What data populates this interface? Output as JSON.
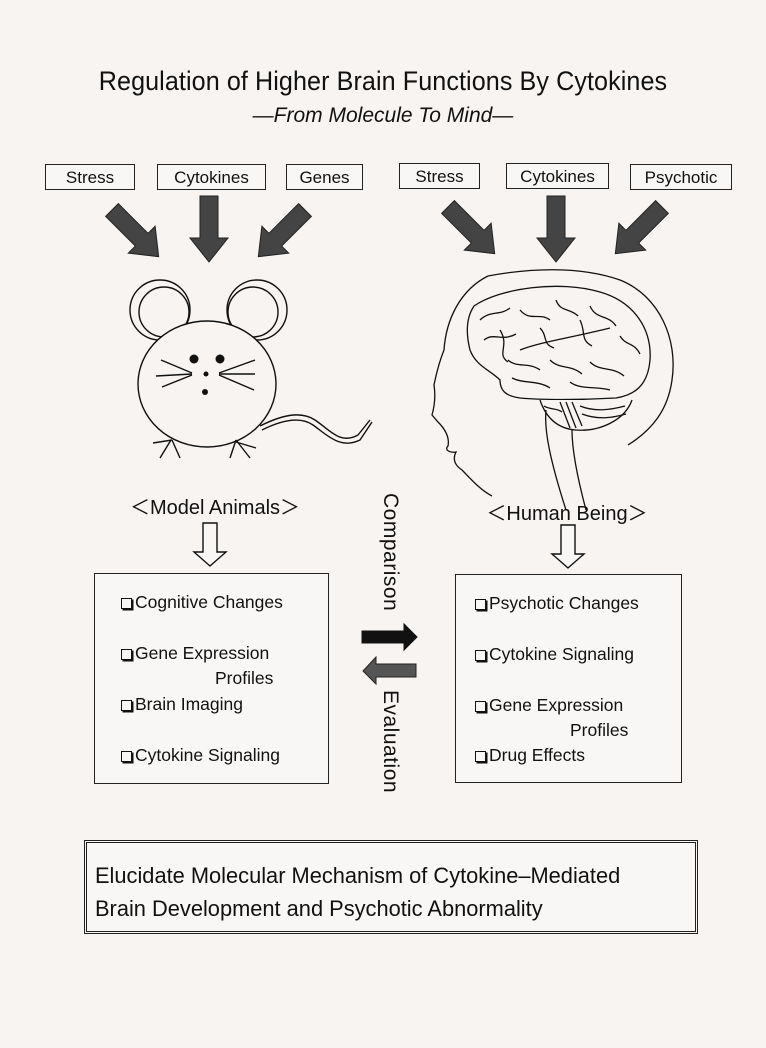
{
  "title": "Regulation of Higher Brain Functions By Cytokines",
  "subtitle": "—From Molecule To Mind—",
  "left_panel": {
    "inputs": [
      "Stress",
      "Cytokines",
      "Genes"
    ],
    "label": "＜Model Animals＞",
    "subject_icon": "mouse-illustration",
    "items": [
      {
        "text": "Cognitive Changes"
      },
      {
        "text": "Gene Expression",
        "continuation": "Profiles"
      },
      {
        "text": "Brain Imaging"
      },
      {
        "text": "Cytokine Signaling"
      }
    ]
  },
  "right_panel": {
    "inputs": [
      "Stress",
      "Cytokines",
      "Psychotic"
    ],
    "label": "＜Human Being＞",
    "subject_icon": "human-head-brain-illustration",
    "items": [
      {
        "text": "Psychotic Changes"
      },
      {
        "text": "Cytokine Signaling"
      },
      {
        "text": "Gene Expression",
        "continuation": "Profiles"
      },
      {
        "text": "Drug Effects"
      }
    ]
  },
  "middle": {
    "forward_label": "Comparison",
    "backward_label": "Evaluation"
  },
  "conclusion": {
    "line1": "Elucidate Molecular Mechanism of Cytokine–Mediated",
    "line2": "Brain Development and Psychotic Abnormality"
  },
  "colors": {
    "background": "#f7f4f2",
    "arrow_fill": "#444444",
    "ink": "#111111"
  }
}
